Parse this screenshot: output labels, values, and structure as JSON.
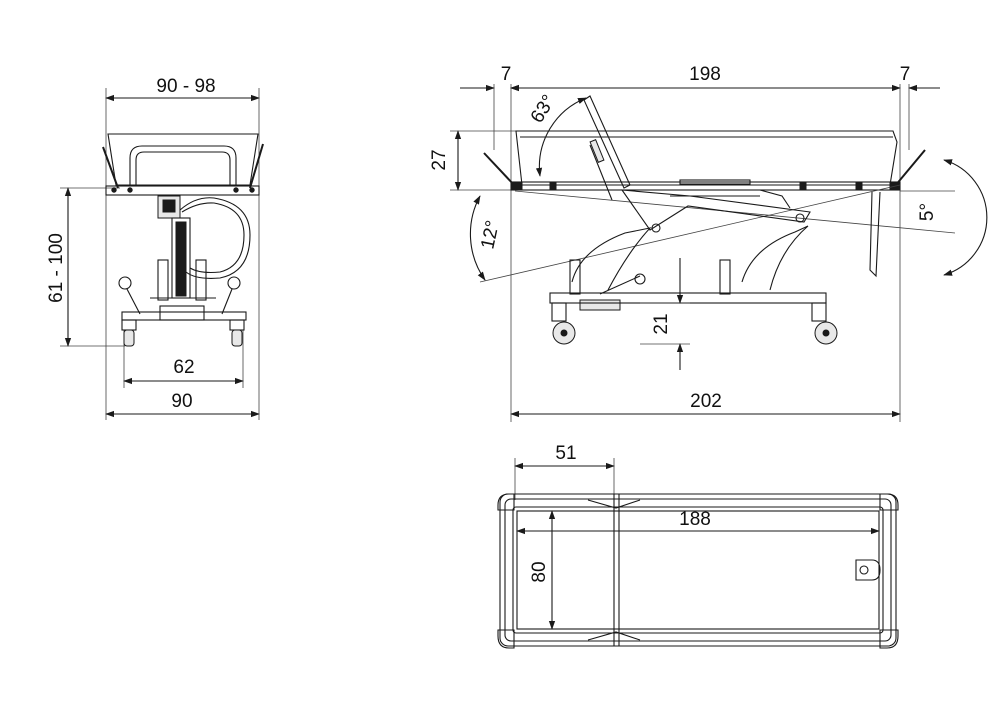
{
  "dimensions": {
    "front_width_range": "90 - 98",
    "front_height_range": "61 - 100",
    "front_wheel_track": "62",
    "front_base_width": "90",
    "side_end_left": "7",
    "side_length": "198",
    "side_end_right": "7",
    "side_backrest_angle": "63°",
    "side_frame_depth": "27",
    "side_tilt_angle": "12°",
    "side_foot_angle": "5°",
    "side_clearance": "21",
    "side_total_length": "202",
    "top_backrest_length": "51",
    "top_inner_length": "188",
    "top_inner_width": "80"
  },
  "colors": {
    "line": "#1a1a1a",
    "background": "#ffffff"
  }
}
